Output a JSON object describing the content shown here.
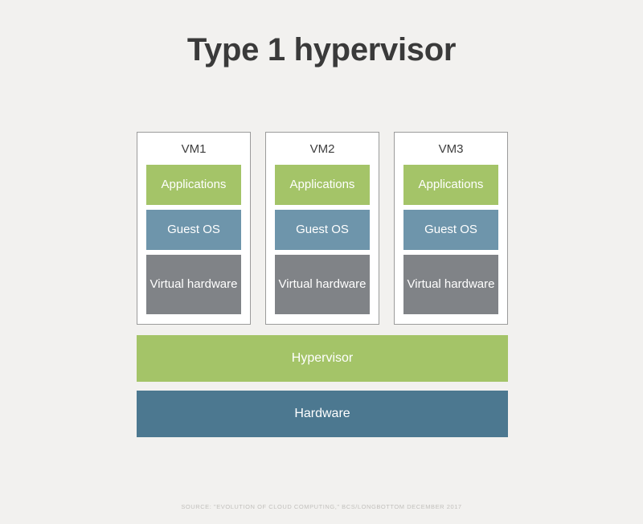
{
  "page": {
    "title": "Type 1 hypervisor",
    "background_color": "#f2f1ef",
    "title_color": "#3a3a3a"
  },
  "colors": {
    "applications": "#a4c468",
    "guest_os": "#6e95ab",
    "virtual_hardware": "#808387",
    "hypervisor": "#a4c468",
    "hardware": "#4c7890",
    "card_background": "#ffffff",
    "card_border": "#9b9b9b"
  },
  "diagram": {
    "type": "layered-architecture",
    "vms": [
      {
        "name": "VM1",
        "layers": [
          {
            "label": "Applications",
            "color": "#a4c468"
          },
          {
            "label": "Guest OS",
            "color": "#6e95ab"
          },
          {
            "label": "Virtual hardware",
            "color": "#808387"
          }
        ]
      },
      {
        "name": "VM2",
        "layers": [
          {
            "label": "Applications",
            "color": "#a4c468"
          },
          {
            "label": "Guest OS",
            "color": "#6e95ab"
          },
          {
            "label": "Virtual hardware",
            "color": "#808387"
          }
        ]
      },
      {
        "name": "VM3",
        "layers": [
          {
            "label": "Applications",
            "color": "#a4c468"
          },
          {
            "label": "Guest OS",
            "color": "#6e95ab"
          },
          {
            "label": "Virtual hardware",
            "color": "#808387"
          }
        ]
      }
    ],
    "base_layers": [
      {
        "label": "Hypervisor",
        "color": "#a4c468"
      },
      {
        "label": "Hardware",
        "color": "#4c7890"
      }
    ]
  },
  "footer": {
    "source": "SOURCE: \"EVOLUTION OF CLOUD COMPUTING,\" BCS/LONGBOTTOM DECEMBER 2017"
  }
}
